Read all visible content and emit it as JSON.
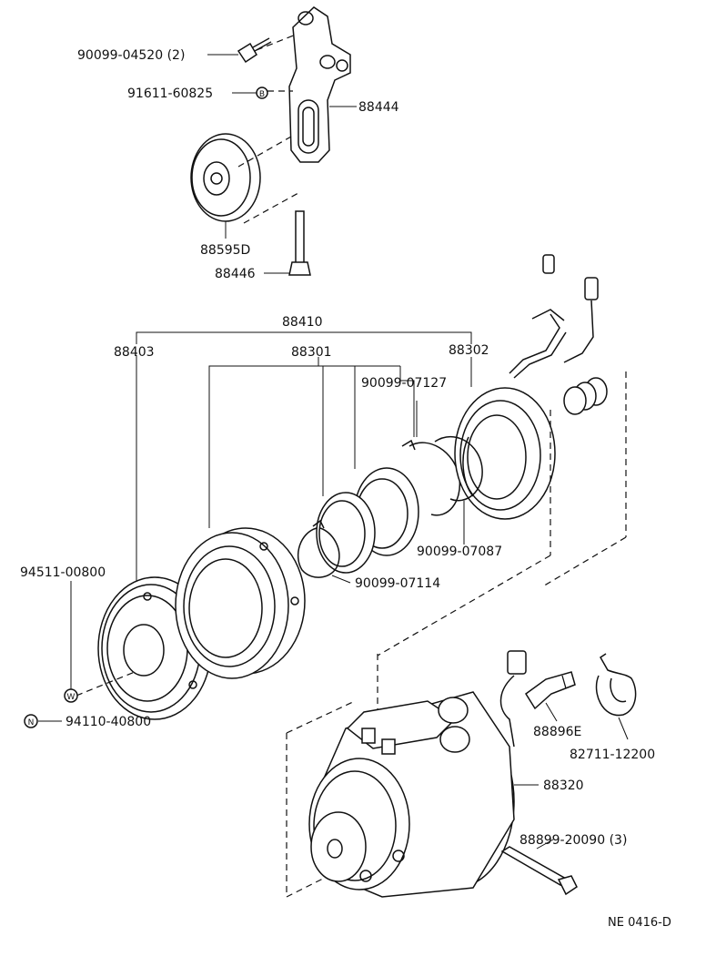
{
  "labels": {
    "p9009904520": "90099-04520 (2)",
    "p9161160825": "91611-60825",
    "p88444": "88444",
    "p88595d": "88595D",
    "p88446": "88446",
    "p88410": "88410",
    "p88403": "88403",
    "p88301": "88301",
    "p88302": "88302",
    "p9009907127": "90099-07127",
    "p9009907087": "90099-07087",
    "p9009907114": "90099-07114",
    "p9451100800": "94511-00800",
    "p9411040800": "94110-40800",
    "p88896e": "88896E",
    "p8271112200": "82711-12200",
    "p88320": "88320",
    "p8889920090": "88899-20090 (3)",
    "code": "NE  0416-D"
  },
  "badges": {
    "b": "B",
    "w": "W",
    "n": "N"
  }
}
